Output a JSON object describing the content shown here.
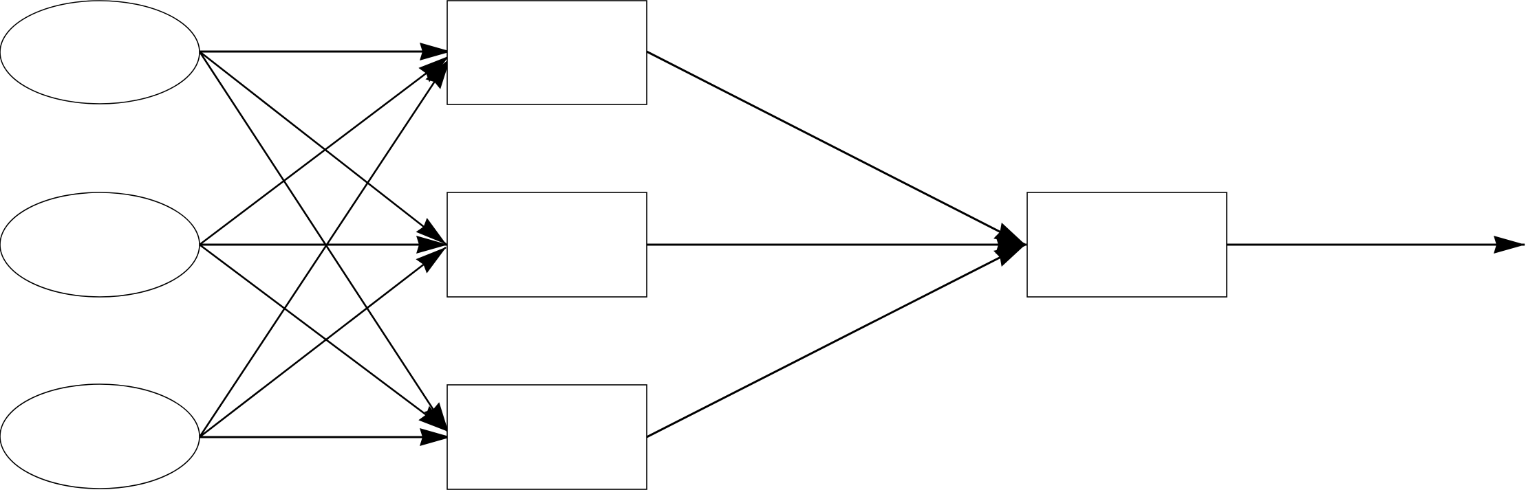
{
  "diagram": {
    "type": "network-flow",
    "nodes": [
      {
        "id": "input-1",
        "shape": "ellipse",
        "label": ""
      },
      {
        "id": "input-2",
        "shape": "ellipse",
        "label": ""
      },
      {
        "id": "input-3",
        "shape": "ellipse",
        "label": ""
      },
      {
        "id": "hidden-1",
        "shape": "rectangle",
        "label": ""
      },
      {
        "id": "hidden-2",
        "shape": "rectangle",
        "label": ""
      },
      {
        "id": "hidden-3",
        "shape": "rectangle",
        "label": ""
      },
      {
        "id": "output-1",
        "shape": "rectangle",
        "label": ""
      }
    ],
    "edges": [
      {
        "from": "input-1",
        "to": "hidden-1"
      },
      {
        "from": "input-1",
        "to": "hidden-2"
      },
      {
        "from": "input-1",
        "to": "hidden-3"
      },
      {
        "from": "input-2",
        "to": "hidden-1"
      },
      {
        "from": "input-2",
        "to": "hidden-2"
      },
      {
        "from": "input-2",
        "to": "hidden-3"
      },
      {
        "from": "input-3",
        "to": "hidden-1"
      },
      {
        "from": "input-3",
        "to": "hidden-2"
      },
      {
        "from": "input-3",
        "to": "hidden-3"
      },
      {
        "from": "hidden-1",
        "to": "output-1"
      },
      {
        "from": "hidden-2",
        "to": "output-1"
      },
      {
        "from": "hidden-3",
        "to": "output-1"
      },
      {
        "from": "output-1",
        "to": "exit"
      }
    ],
    "colors": {
      "stroke": "#000000",
      "fill": "#ffffff"
    }
  }
}
